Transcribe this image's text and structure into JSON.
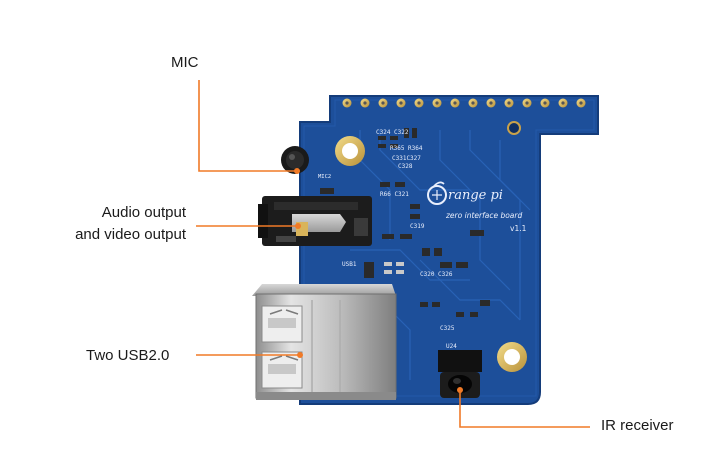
{
  "labels": {
    "mic": "MIC",
    "audio_line1": "Audio output",
    "audio_line2": "and video output",
    "usb": "Two USB2.0",
    "ir": "IR receiver"
  },
  "board": {
    "brand": "range pi",
    "subtitle": "zero interface board",
    "version": "v1.1",
    "mic_ref": "MIC2",
    "usb_ref": "USB1",
    "ir_ref": "U24"
  },
  "colors": {
    "pcb": "#1d4f9a",
    "pcb_dark": "#163f80",
    "leader": "#f07a27",
    "text": "#1a1a1a"
  }
}
